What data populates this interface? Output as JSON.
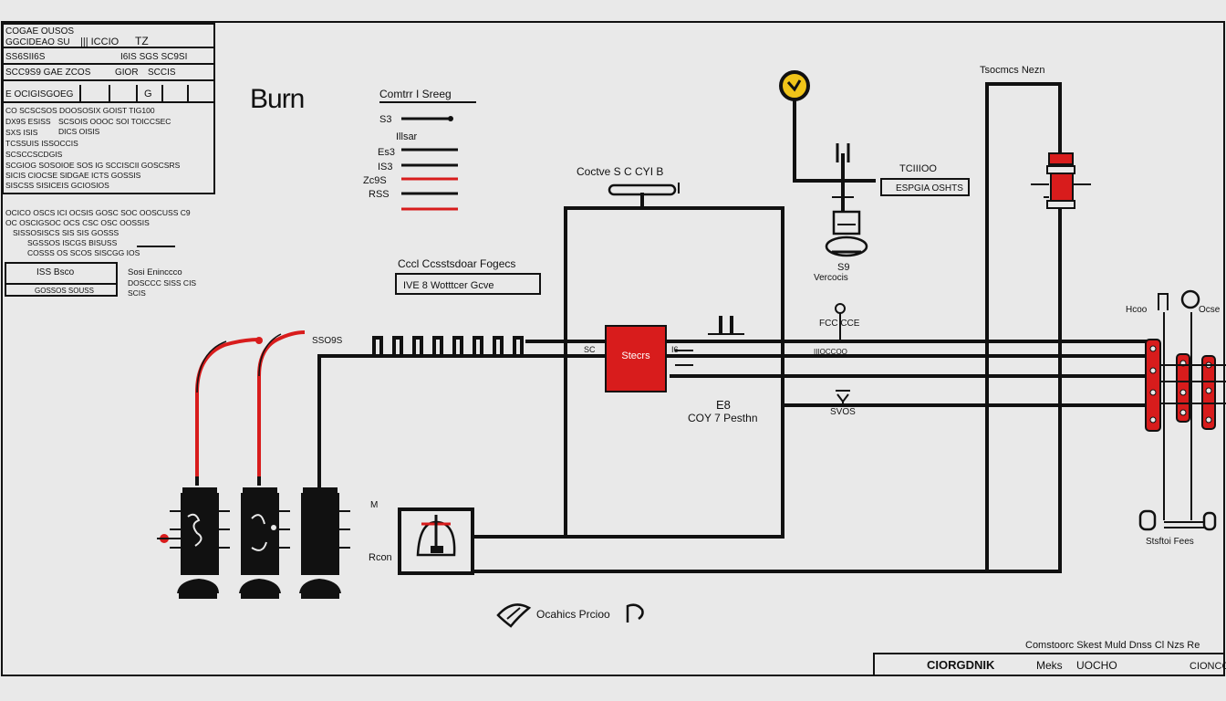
{
  "colors": {
    "background": "#e9e9e9",
    "ink": "#111111",
    "accent_red": "#d81c1c",
    "knob_yellow": "#f0c419"
  },
  "legend_box": {
    "row1": "COGAE OUSOS",
    "row1b": "GGCIDEAO SU",
    "row1c": "||| ICCIO",
    "row1d": "TZ",
    "row2a": "SS6SII6S",
    "row2b": "I6IS  SGS  SC9SI",
    "row3a": "SCC9S9 GAE ZCOS",
    "row3b": "GIOR",
    "row3c": "SCCIS",
    "row4a": "E OCIGISGOEG",
    "row4b": "G",
    "row5": "CO SCSCSOS DOOSOSIX GOIST TIG100",
    "row6a": "DX9S ESISS",
    "row6b": "SCSOIS OOOC SOI TOICCSEC",
    "row6c": "DICS OISIS",
    "row7a": "SXS ISIS",
    "row7b": "TCSSUIS ISSOCCIS",
    "row8": "SCSCCSCDGIS",
    "row9": "SCGIOG SOSOIOE SOS IG SCCISCII GOSCSRS",
    "row10": "SICIS CIOCSE SIDGAE ICTS GOSSIS",
    "row11": "SISCSS SISICEIS GCIOSIOS"
  },
  "notes_block": {
    "line1": "OCICO OSCS ICI OCSIS GOSC SOC OOSCUSS C9",
    "line2": "OC OSCIGSOC OCS CSC OSC OOSSIS",
    "line3": "SISSOSISCS  SIS SIS GOSSS",
    "line4": "SGSSOS ISCGS BISUSS",
    "line5": "COSSS OS SCOS SISCGG IOS",
    "box_left": "ISS Bsco",
    "box_left_sub": "GOSSOS SOUSS",
    "right_1": "Sosi Eninccco",
    "right_2": "DOSCCC SISS CIS",
    "right_3": "SCIS"
  },
  "title": "Burn",
  "control_screen": {
    "heading": "Comtrr I Sreeg",
    "row1": "S3",
    "sub": "Illsar",
    "rows": [
      "Es3",
      "IS3",
      "Zc9S",
      "RSS"
    ]
  },
  "device": {
    "label": "Coctve S C CYI B"
  },
  "control_box": {
    "heading": "Cccl Ccsstsdoar Fogecs",
    "field": "IVE 8 Wotttcer Gcve"
  },
  "red_module": {
    "label": "Stecrs"
  },
  "main_box": {
    "label_top": "E8",
    "label_bottom": "COY 7 Pesthn"
  },
  "ports": {
    "a": "SC",
    "b": "I6"
  },
  "knob_label": {
    "code": "TCIIIOO",
    "name": "ESPGIA OSHTS"
  },
  "bulb_label": {
    "code": "S9",
    "name": "Vercocis"
  },
  "pin_label": "FCC CCE",
  "pin_sub": "IIIOCCOO",
  "probe_label": "SVOS",
  "top_right_label": "Tsocmcs Nezn",
  "right_strip": {
    "left": "Hcoo",
    "right": "Ocse"
  },
  "bottom_right_label": "Stsftoi Fees",
  "cable_label": "SSO9S",
  "side_k": "M",
  "side_pos": "Rcon",
  "footer_center": "Ocahics Prcioo",
  "footer_bar": {
    "caption": "Comstoorc Skest Muld Dnss Cl Nzs Re",
    "title": "CIORGDNIK",
    "part2": "Meks",
    "part3": "UOCHO",
    "right": "CIONCO"
  }
}
